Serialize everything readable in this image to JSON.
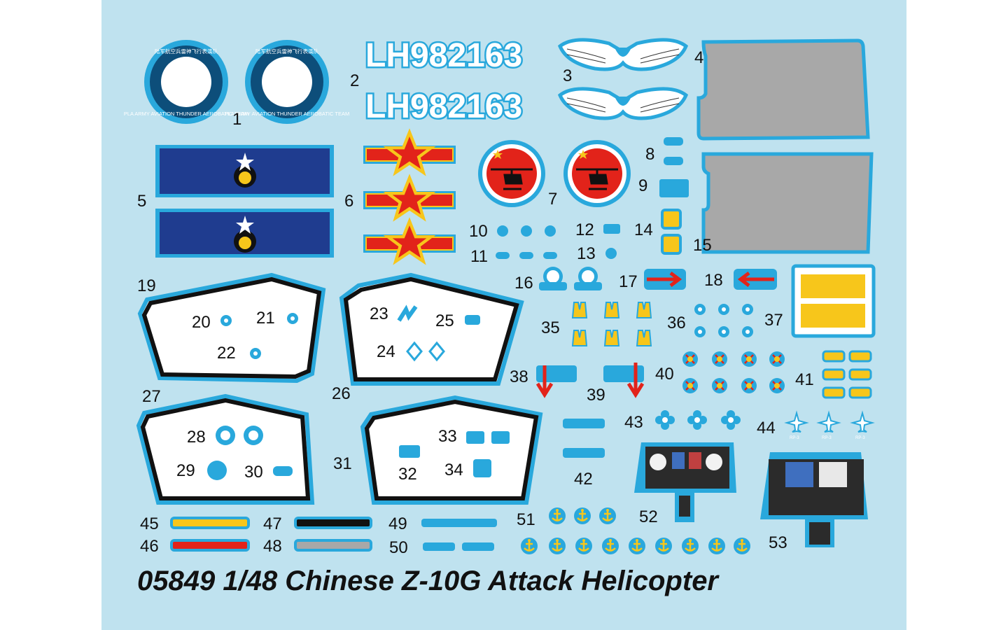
{
  "sheet": {
    "title": "05849 1/48 Chinese Z-10G Attack Helicopter",
    "background": "#bfe2ef",
    "decal_outline": "#29a8dc"
  },
  "registration": [
    "LH982163",
    "LH982163"
  ],
  "roundel_ring_text": "PLA ARMY AVIATION THUNDER AEROBATIC TEAM",
  "roundel_ring_text_cn": "陆军航空兵雷神飞行表演队",
  "info_tag": "RP-3",
  "numbers": {
    "n1": "1",
    "n2": "2",
    "n3": "3",
    "n4": "4",
    "n5": "5",
    "n6": "6",
    "n7": "7",
    "n8": "8",
    "n9": "9",
    "n10": "10",
    "n11": "11",
    "n12": "12",
    "n13": "13",
    "n14": "14",
    "n15": "15",
    "n16": "16",
    "n17": "17",
    "n18": "18",
    "n19": "19",
    "n20": "20",
    "n21": "21",
    "n22": "22",
    "n23": "23",
    "n24": "24",
    "n25": "25",
    "n26": "26",
    "n27": "27",
    "n28": "28",
    "n29": "29",
    "n30": "30",
    "n31": "31",
    "n32": "32",
    "n33": "33",
    "n34": "34",
    "n35": "35",
    "n36": "36",
    "n37": "37",
    "n38": "38",
    "n39": "39",
    "n40": "40",
    "n41": "41",
    "n42": "42",
    "n43": "43",
    "n44": "44",
    "n45": "45",
    "n46": "46",
    "n47": "47",
    "n48": "48",
    "n49": "49",
    "n50": "50",
    "n51": "51",
    "n52": "52",
    "n53": "53"
  },
  "colors": {
    "navy": "#1f3c8f",
    "red": "#e2231a",
    "yellow": "#f7c61b",
    "grey": "#a8a8a8",
    "black": "#111111",
    "light_blue": "#29a8dc"
  }
}
